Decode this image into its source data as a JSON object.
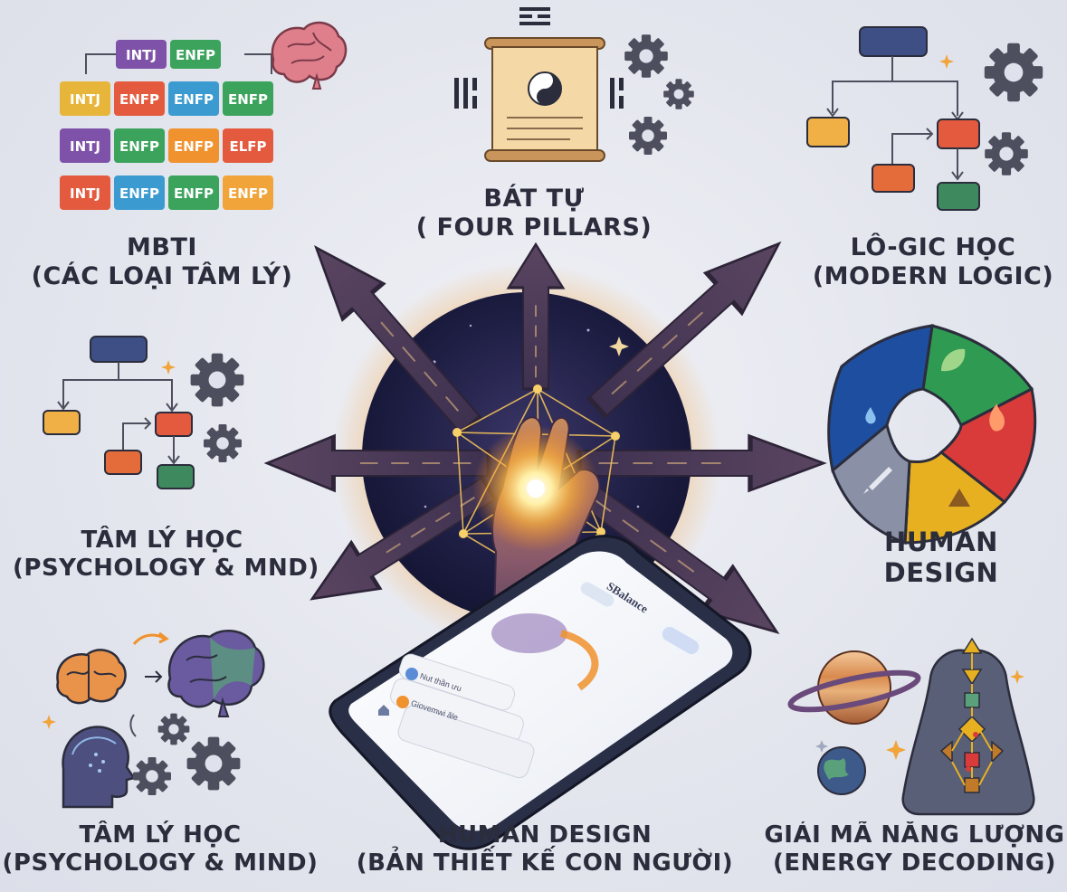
{
  "labels": {
    "mbti": {
      "line1": "MBTI",
      "line2": "(CÁC LOẠI TÂM LÝ)"
    },
    "bat_tu": {
      "line1": "BÁT TỰ",
      "line2": "( FOUR PILLARS)"
    },
    "logic": {
      "line1": "LÔ-GIC HỌC",
      "line2": "(MODERN LOGIC)"
    },
    "psychology_mid": {
      "line1": "TÂM LÝ HỌC",
      "line2": "(PSYCHOLOGY & MND)"
    },
    "human_design_right": {
      "line1": "HUMAN",
      "line2": "DESIGN"
    },
    "psychology_bottom": {
      "line1": "TÂM LÝ HỌC",
      "line2": "(PSYCHOLOGY & MIND)"
    },
    "human_design_bottom": {
      "line1": "HUMAN DESIGN",
      "line2": "(BẢN THIẾT KẾ CON NGƯỜI)"
    },
    "energy": {
      "line1": "GIẢI MÃ NĂNG LƯỢNG",
      "line2": "(ENERGY DECODING)"
    }
  },
  "mbti_grid": {
    "top": [
      "INTJ",
      "ENFP"
    ],
    "rows": [
      [
        "INTJ",
        "ENFP",
        "ENFP",
        "ENFP"
      ],
      [
        "INTJ",
        "ENFP",
        "ENFP",
        "ELFP"
      ],
      [
        "INTJ",
        "ENFP",
        "ENFP",
        "ENFP"
      ]
    ]
  },
  "phone": {
    "app_name": "SBalance",
    "row1": "Nut thần ưu",
    "row2": "Giovemwi ăle"
  },
  "colors": {
    "arrow": "#4a3a56",
    "orb_dark": "#1c1c3d",
    "glow": "#ffcf5a",
    "text": "#2b2d3c"
  }
}
